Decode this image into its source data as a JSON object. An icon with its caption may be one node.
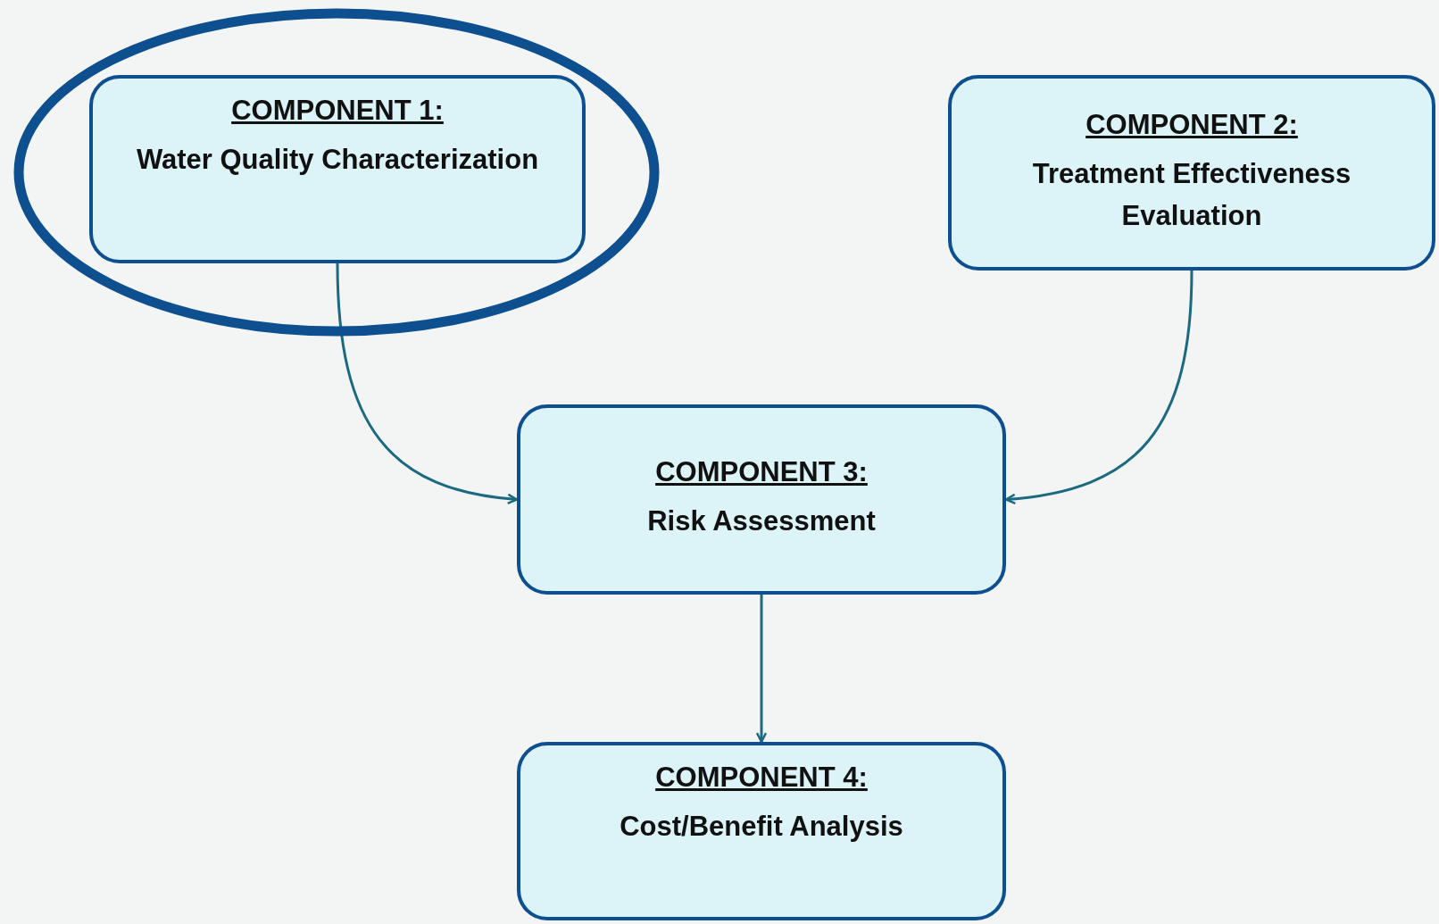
{
  "diagram": {
    "nodes": [
      {
        "text": [
          "COMPONENT 1:",
          "Water Quality Characterization"
        ]
      },
      {
        "text": [
          "COMPONENT 2:",
          "Treatment Effectiveness Evaluation"
        ]
      },
      {
        "text": [
          "COMPONENT 3:",
          "Risk Assessment"
        ]
      },
      {
        "text": [
          "COMPONENT 4:",
          "Cost/Benefit Analysis"
        ]
      }
    ],
    "edges": [
      {
        "from": 0,
        "to": 2,
        "arrow": "to"
      },
      {
        "from": 1,
        "to": 2,
        "arrow": "to"
      },
      {
        "from": 2,
        "to": 3,
        "arrow": "to"
      }
    ]
  }
}
